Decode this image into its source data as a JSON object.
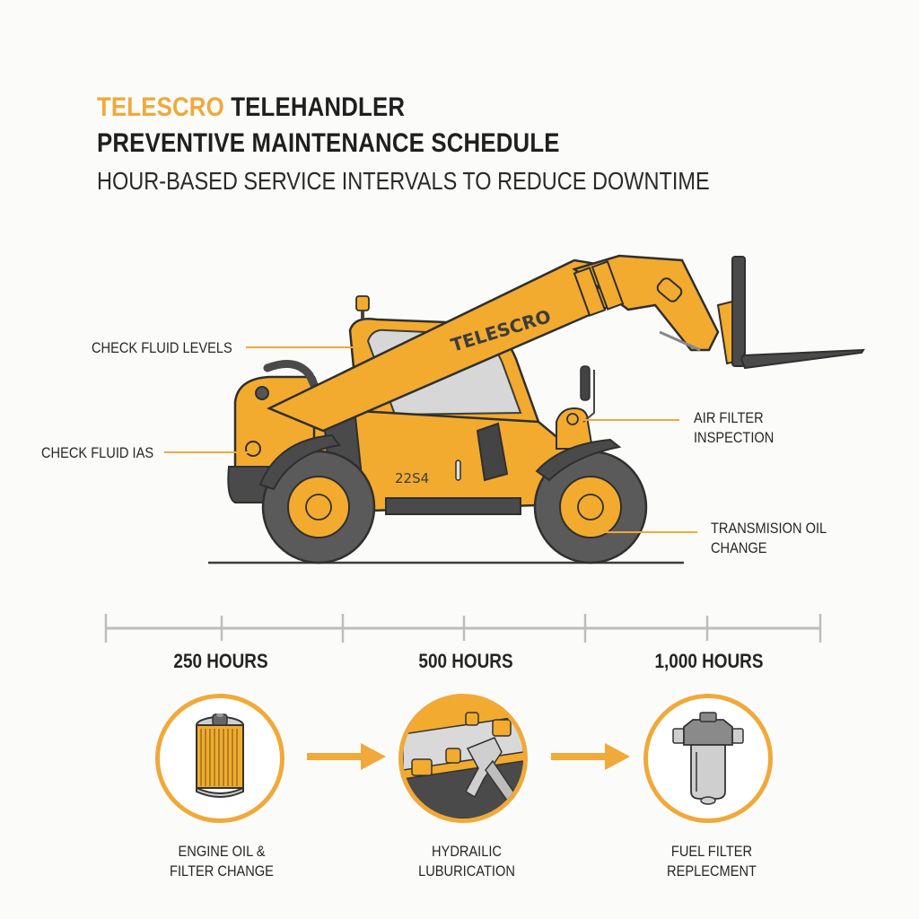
{
  "header": {
    "brand": "TELESCRO",
    "title_rest": " TELEHANDLER",
    "title_line2": "PREVENTIVE MAINTENANCE SCHEDULE",
    "subtitle": "HOUR-BASED SERVICE INTERVALS TO REDUCE DOWNTIME"
  },
  "machine": {
    "boom_text": "TELESCRO",
    "model_text": "22S4",
    "callouts": [
      {
        "label": "CHECK FLUID LEVELS"
      },
      {
        "label": "CHECK FLUID IAS"
      },
      {
        "label_line1": "AIR FILTER",
        "label_line2": "INSPECTION"
      },
      {
        "label_line1": "TRANSMISION OIL",
        "label_line2": "CHANGE"
      }
    ]
  },
  "timeline": {
    "intervals": [
      {
        "hours": "250 HOURS",
        "line1": "ENGINE OIL &",
        "line2": "FILTER CHANGE",
        "icon": "oil-filter-icon"
      },
      {
        "hours": "500 HOURS",
        "line1": "HYDRAILIC",
        "line2": "LUBURICATION",
        "icon": "grease-gun-icon"
      },
      {
        "hours": "1,000 HOURS",
        "line1": "FUEL FILTER",
        "line2": "REPLECMENT",
        "icon": "fuel-filter-icon"
      }
    ]
  },
  "colors": {
    "accent": "#f0a93a",
    "machine_yellow": "#f2ab2e",
    "dark": "#3c3c3c",
    "text": "#1f1f1f",
    "timeline_gray": "#bdbdbd"
  }
}
